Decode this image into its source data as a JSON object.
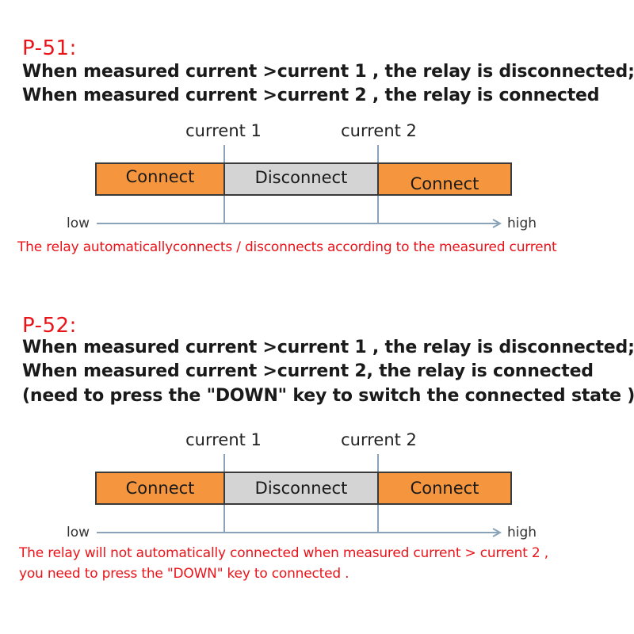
{
  "sections": [
    {
      "code": "P-51:",
      "lines": [
        "When measured current >current 1 , the relay is disconnected;",
        "When measured current >current 2 , the relay is connected"
      ],
      "markers": [
        "current 1",
        "current 2"
      ],
      "segments": [
        "Connect",
        "Disconnect",
        "Connect"
      ],
      "axis": {
        "low": "low",
        "high": "high"
      },
      "notes": [
        "The relay automaticallyconnects / disconnects according to the measured current"
      ]
    },
    {
      "code": "P-52:",
      "lines": [
        "When measured current >current 1 , the relay is disconnected;",
        "When measured current >current 2, the relay is connected",
        "(need to press the \"DOWN\" key to switch the connected state )"
      ],
      "markers": [
        "current 1",
        "current 2"
      ],
      "segments": [
        "Connect",
        "Disconnect",
        "Connect"
      ],
      "axis": {
        "low": "low",
        "high": "high"
      },
      "notes": [
        "The relay will not automatically connected when measured current > current 2 ,",
        "you need to press the \"DOWN\" key to connected ."
      ]
    }
  ],
  "colors": {
    "code": "#e8141a",
    "note": "#e8141a",
    "connect_fill": "#f5963f",
    "disconnect_fill": "#d4d4d4",
    "axis": "#8aa3b8"
  }
}
